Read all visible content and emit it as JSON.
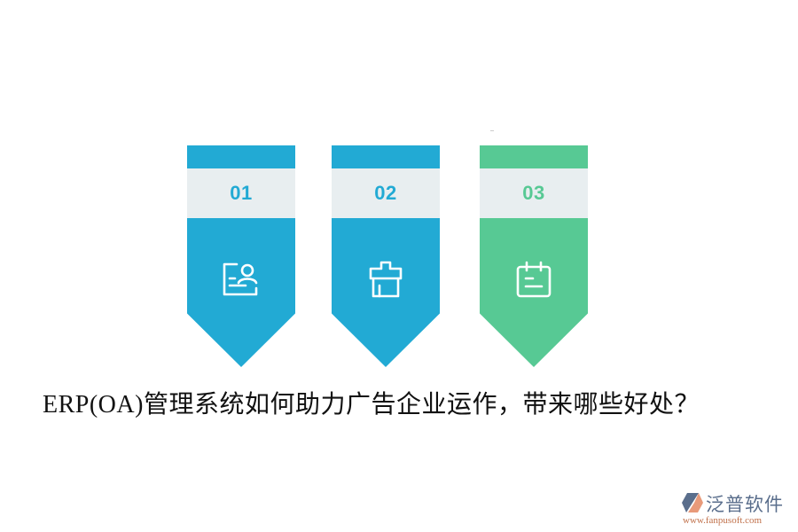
{
  "colors": {
    "blue": "#22aad4",
    "green": "#57c994",
    "band": "#e8eef0",
    "title_text": "#111111"
  },
  "cards": [
    {
      "number": "01",
      "icon": "user-document-icon",
      "color": "#22aad4"
    },
    {
      "number": "02",
      "icon": "gift-box-icon",
      "color": "#22aad4"
    },
    {
      "number": "03",
      "icon": "calendar-note-icon",
      "color": "#57c994"
    }
  ],
  "title": "ERP(OA)管理系统如何助力广告企业运作，带来哪些好处？",
  "logo": {
    "brand": "泛普软件",
    "url": "www.fanpusoft.com"
  }
}
